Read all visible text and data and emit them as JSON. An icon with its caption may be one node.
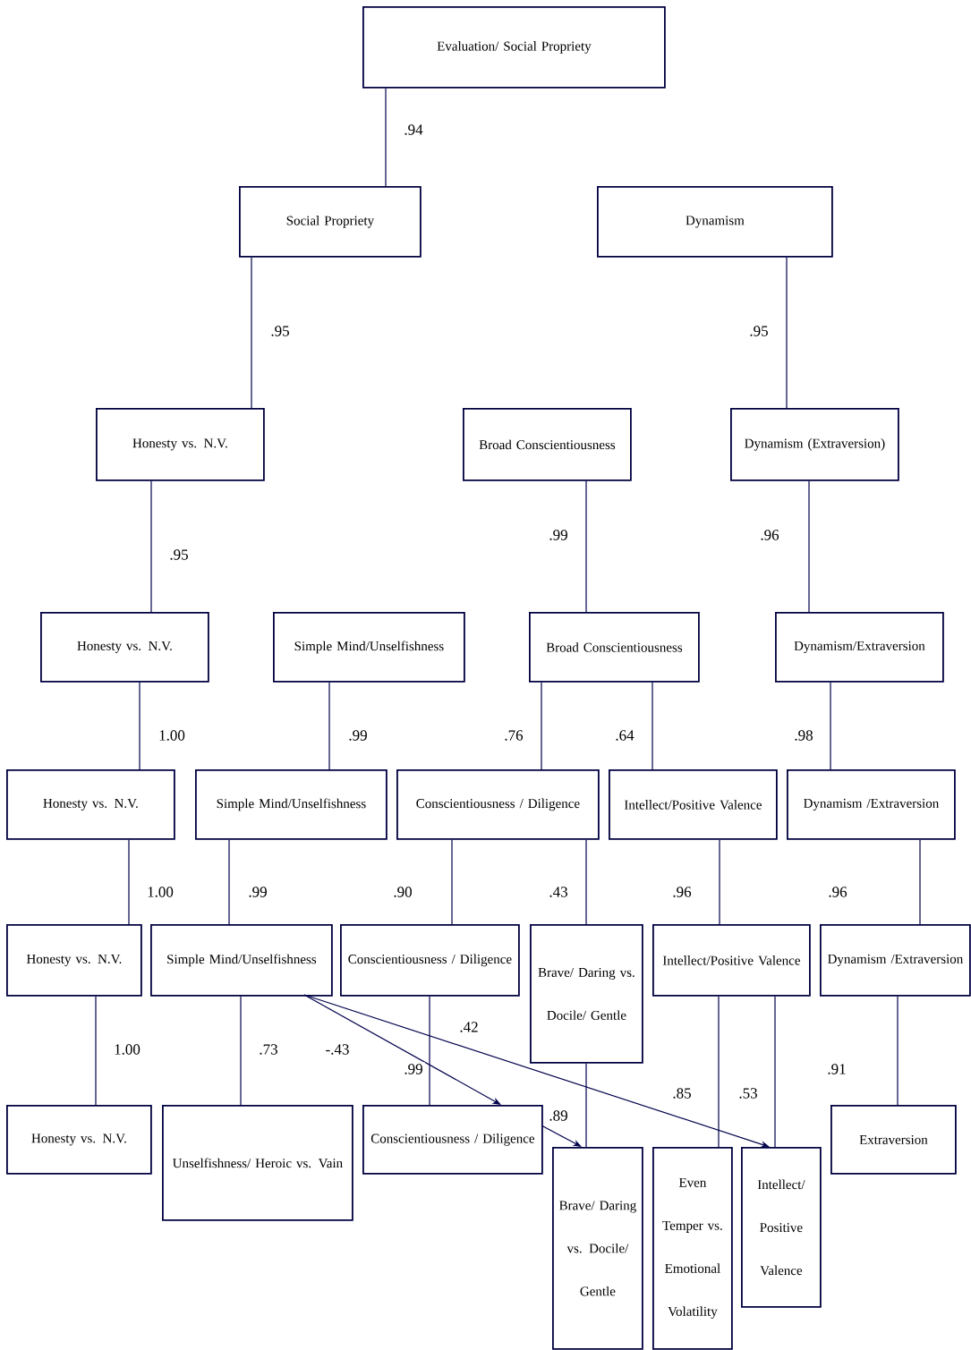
{
  "diagram": {
    "nodes": [
      {
        "text": [
          "Evaluation/ Social Propriety"
        ]
      },
      {
        "text": [
          "Social Propriety"
        ]
      },
      {
        "text": [
          "Dynamism"
        ]
      },
      {
        "text": [
          "Honesty vs. N.V."
        ]
      },
      {
        "text": [
          "Broad Conscientiousness"
        ]
      },
      {
        "text": [
          "Dynamism (Extraversion)"
        ]
      },
      {
        "text": [
          "Honesty vs. N.V."
        ]
      },
      {
        "text": [
          "Simple Mind/Unselfishness"
        ]
      },
      {
        "text": [
          "Broad Conscientiousness"
        ]
      },
      {
        "text": [
          "Dynamism/Extraversion"
        ]
      },
      {
        "text": [
          "Honesty vs. N.V."
        ]
      },
      {
        "text": [
          "Simple Mind/Unselfishness"
        ]
      },
      {
        "text": [
          "Conscientiousness / Diligence"
        ]
      },
      {
        "text": [
          "Intellect/Positive Valence"
        ]
      },
      {
        "text": [
          "Dynamism /Extraversion"
        ]
      },
      {
        "text": [
          "Honesty vs. N.V."
        ]
      },
      {
        "text": [
          "Simple Mind/Unselfishness"
        ]
      },
      {
        "text": [
          "Conscientiousness / Diligence"
        ]
      },
      {
        "text": [
          "Brave/ Daring vs. Docile/ Gentle"
        ]
      },
      {
        "text": [
          "Intellect/Positive Valence"
        ]
      },
      {
        "text": [
          "Dynamism /Extraversion"
        ]
      },
      {
        "text": [
          "Honesty vs. N.V."
        ]
      },
      {
        "text": [
          "Unselfishness/ Heroic vs. Vain"
        ]
      },
      {
        "text": [
          "Conscientiousness / Diligence"
        ]
      },
      {
        "text": [
          "Brave/ Daring vs. Docile/ Gentle"
        ]
      },
      {
        "text": [
          "Even Temper vs. Emotional Volatility"
        ]
      },
      {
        "text": [
          "Intellect/ Positive Valence"
        ]
      },
      {
        "text": [
          "Extraversion"
        ]
      }
    ],
    "edges": [
      {
        "from": 0,
        "to": 1,
        "arrow": "none",
        "label": ".94"
      },
      {
        "from": 1,
        "to": 3,
        "arrow": "none",
        "label": ".95"
      },
      {
        "from": 2,
        "to": 5,
        "arrow": "none",
        "label": ".95"
      },
      {
        "from": 3,
        "to": 6,
        "arrow": "none",
        "label": ".95"
      },
      {
        "from": 4,
        "to": 8,
        "arrow": "none",
        "label": ".99"
      },
      {
        "from": 5,
        "to": 9,
        "arrow": "none",
        "label": ".96"
      },
      {
        "from": 6,
        "to": 10,
        "arrow": "none",
        "label": "1.00"
      },
      {
        "from": 7,
        "to": 11,
        "arrow": "none",
        "label": ".99"
      },
      {
        "from": 8,
        "to": 12,
        "arrow": "none",
        "label": ".76"
      },
      {
        "from": 8,
        "to": 13,
        "arrow": "none",
        "label": ".64"
      },
      {
        "from": 9,
        "to": 14,
        "arrow": "none",
        "label": ".98"
      },
      {
        "from": 10,
        "to": 15,
        "arrow": "none",
        "label": "1.00"
      },
      {
        "from": 11,
        "to": 16,
        "arrow": "none",
        "label": ".99"
      },
      {
        "from": 12,
        "to": 17,
        "arrow": "none",
        "label": ".90"
      },
      {
        "from": 12,
        "to": 18,
        "arrow": "none",
        "label": ".43"
      },
      {
        "from": 13,
        "to": 19,
        "arrow": "none",
        "label": ".96"
      },
      {
        "from": 14,
        "to": 20,
        "arrow": "none",
        "label": ".96"
      },
      {
        "from": 15,
        "to": 21,
        "arrow": "none",
        "label": "1.00"
      },
      {
        "from": 16,
        "to": 22,
        "arrow": "none",
        "label": ".73"
      },
      {
        "from": 16,
        "to": 23,
        "arrow": "to",
        "label": "-.43"
      },
      {
        "from": 17,
        "to": 23,
        "arrow": "none",
        "label": ".99"
      },
      {
        "from": 16,
        "to": 26,
        "arrow": "to",
        "label": ".42"
      },
      {
        "from": 18,
        "to": 24,
        "arrow": "none"
      },
      {
        "from": 23,
        "to": 24,
        "arrow": "to",
        "label": ".89"
      },
      {
        "from": 19,
        "to": 25,
        "arrow": "none",
        "label": ".85"
      },
      {
        "from": 19,
        "to": 26,
        "arrow": "none",
        "label": ".53"
      },
      {
        "from": 20,
        "to": 27,
        "arrow": "none",
        "label": ".91"
      }
    ]
  }
}
